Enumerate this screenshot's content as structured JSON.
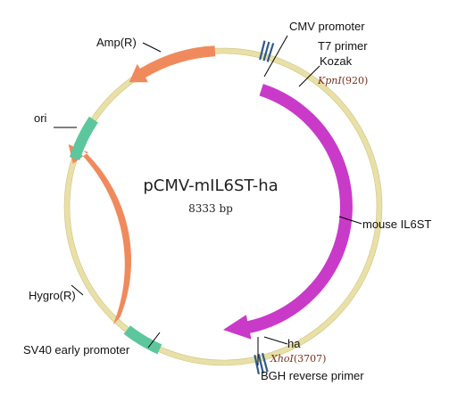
{
  "plasmid": {
    "name": "pCMV-mIL6ST-ha",
    "size_label": "8333 bp"
  },
  "colors": {
    "backbone": "#e8e0a8",
    "promoter": "#5cc79c",
    "gene": "#c93ac9",
    "marker": "#f08a5d",
    "primer": "#2f5a8c"
  },
  "labels": {
    "cmv_promoter": "CMV promoter",
    "t7_primer": "T7 primer",
    "kozak": "Kozak",
    "kpni_enzyme": "KpnI",
    "kpni_pos": "(920)",
    "mouse_il6st": "mouse IL6ST",
    "ha": "ha",
    "xhoi_enzyme": "XhoI",
    "xhoi_pos": "(3707)",
    "bgh_reverse_primer": "BGH reverse primer",
    "sv40_early_promoter": "SV40 early promoter",
    "hygro": "Hygro(R)",
    "ori": "ori",
    "amp": "Amp(R)"
  }
}
